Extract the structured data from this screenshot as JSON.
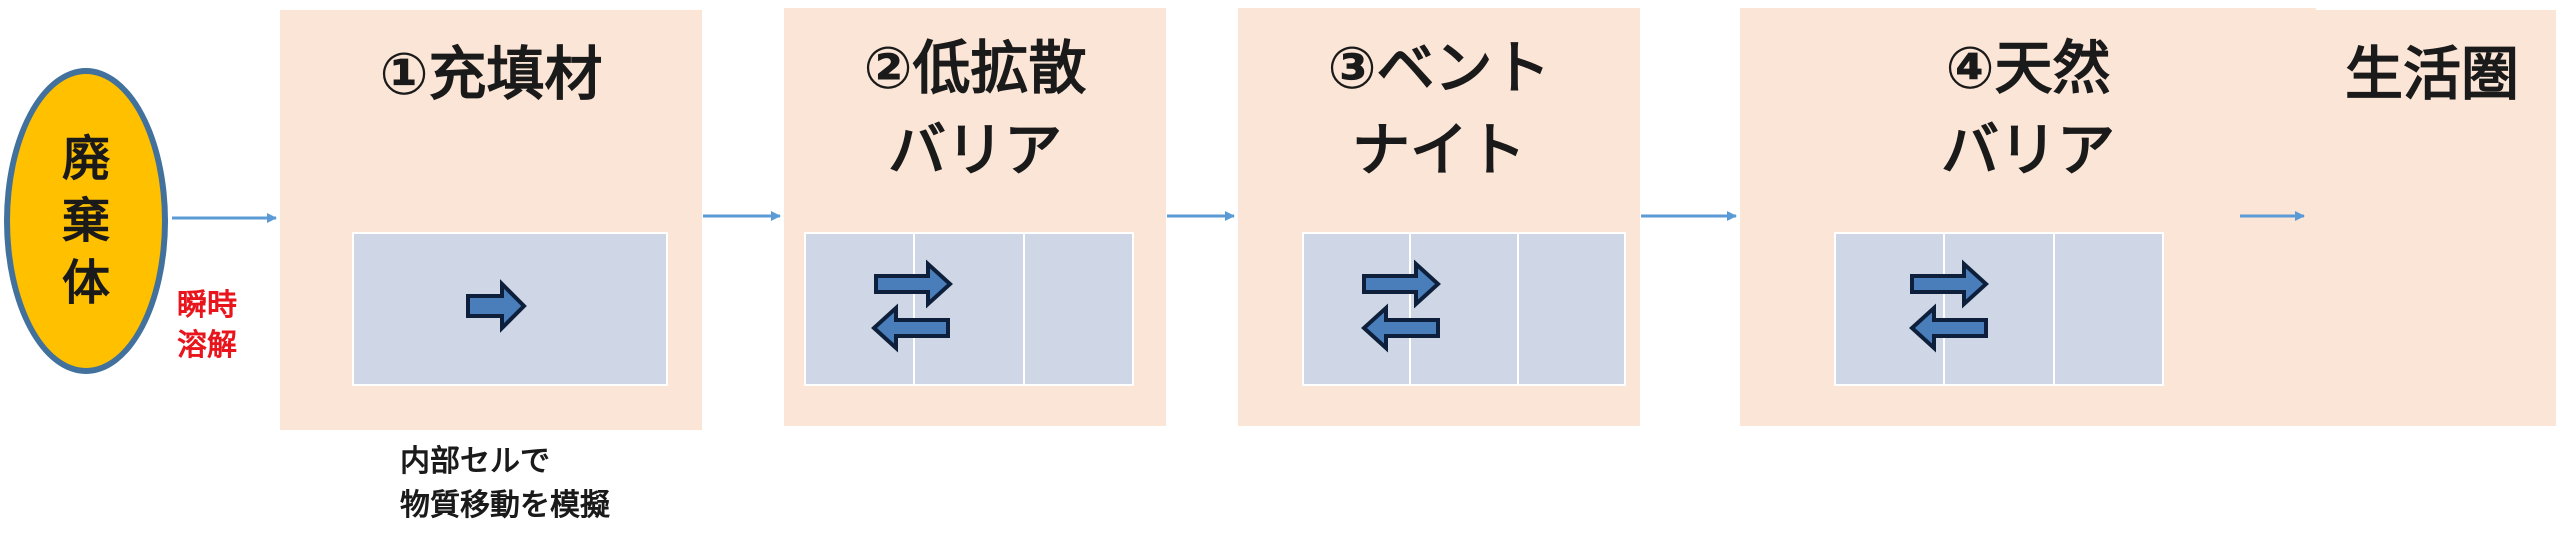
{
  "waste": {
    "chars": [
      "廃",
      "棄",
      "体"
    ]
  },
  "dissolve": {
    "line1": "瞬時",
    "line2": "溶解"
  },
  "stages": [
    {
      "title_line1": "①充填材",
      "title_line2": ""
    },
    {
      "title_line1": "②低拡散",
      "title_line2": "バリア"
    },
    {
      "title_line1": "③ベント",
      "title_line2": "ナイト"
    },
    {
      "title_line1": "④天然",
      "title_line2": "バリア"
    },
    {
      "title_line1": "生活圏",
      "title_line2": ""
    }
  ],
  "note": {
    "line1": "内部セルで",
    "line2": "物質移動を模擬"
  },
  "colors": {
    "waste_fill": "#ffc000",
    "waste_border": "#41719c",
    "box_fill": "#fbe5d6",
    "cell_fill": "#cfd7e6",
    "flow_arrow": "#5b9bd5",
    "block_arrow_fill": "#4a7ebb",
    "dissolve_text": "#e8161c"
  }
}
